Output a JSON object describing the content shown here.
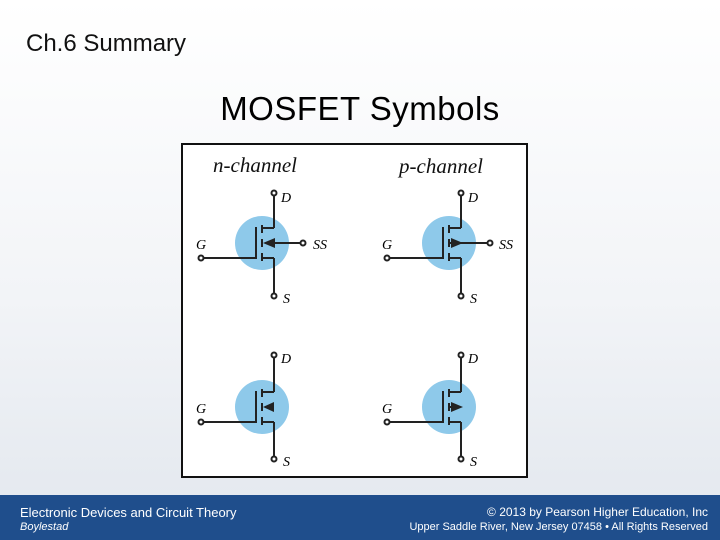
{
  "slide": {
    "chapter": "Ch.6 Summary",
    "title": "MOSFET Symbols"
  },
  "figure": {
    "n_channel_label": "n-channel",
    "p_channel_label": "p-channel",
    "terminal_d": "D",
    "terminal_g": "G",
    "terminal_s": "S",
    "terminal_ss": "SS",
    "symbol_fill_color": "#8ec9ea"
  },
  "footer": {
    "book_title": "Electronic Devices and Circuit Theory",
    "author": "Boylestad",
    "copyright": "© 2013 by Pearson Higher Education, Inc",
    "address": "Upper Saddle River, New Jersey 07458 • All Rights Reserved",
    "background_color": "#1f4e8c"
  }
}
